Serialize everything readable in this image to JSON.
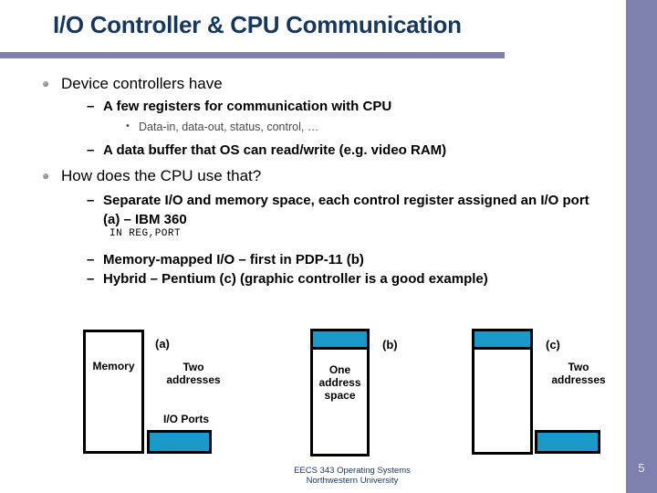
{
  "slide": {
    "title": "I/O Controller & CPU Communication",
    "page_number": "5"
  },
  "glyphs": {
    "dash": "–",
    "sub_bullet": "•"
  },
  "content": {
    "items": [
      {
        "level": 1,
        "text": "Device controllers have"
      },
      {
        "level": 2,
        "text": "A few registers for communication with CPU"
      },
      {
        "level": 3,
        "text": "Data-in, data-out, status, control, …"
      },
      {
        "level": 2,
        "text": "A data buffer that OS can read/write (e.g. video RAM)"
      },
      {
        "level": 1,
        "text": "How does the CPU use that?"
      },
      {
        "level": 2,
        "text": "Separate I/O and memory space, each control register assigned an I/O port (a) – IBM 360"
      },
      {
        "level": "code",
        "text": "IN REG,PORT"
      },
      {
        "level": 2,
        "text": "Memory-mapped I/O – first in PDP-11 (b)"
      },
      {
        "level": 2,
        "text": "Hybrid – Pentium (c) (graphic controller is a good example)"
      }
    ]
  },
  "figures": {
    "a": {
      "label": "(a)",
      "box_label": "Memory",
      "caption": "Two addresses",
      "ports_label": "I/O Ports"
    },
    "b": {
      "label": "(b)",
      "box_label": "One address space"
    },
    "c": {
      "label": "(c)",
      "caption": "Two addresses"
    }
  },
  "footer": {
    "line1": "EECS 343 Operating Systems",
    "line2": "Northwestern University"
  },
  "colors": {
    "accent": "#7E81AD",
    "navy": "#17375E",
    "cyan": "#1A9ACB"
  }
}
